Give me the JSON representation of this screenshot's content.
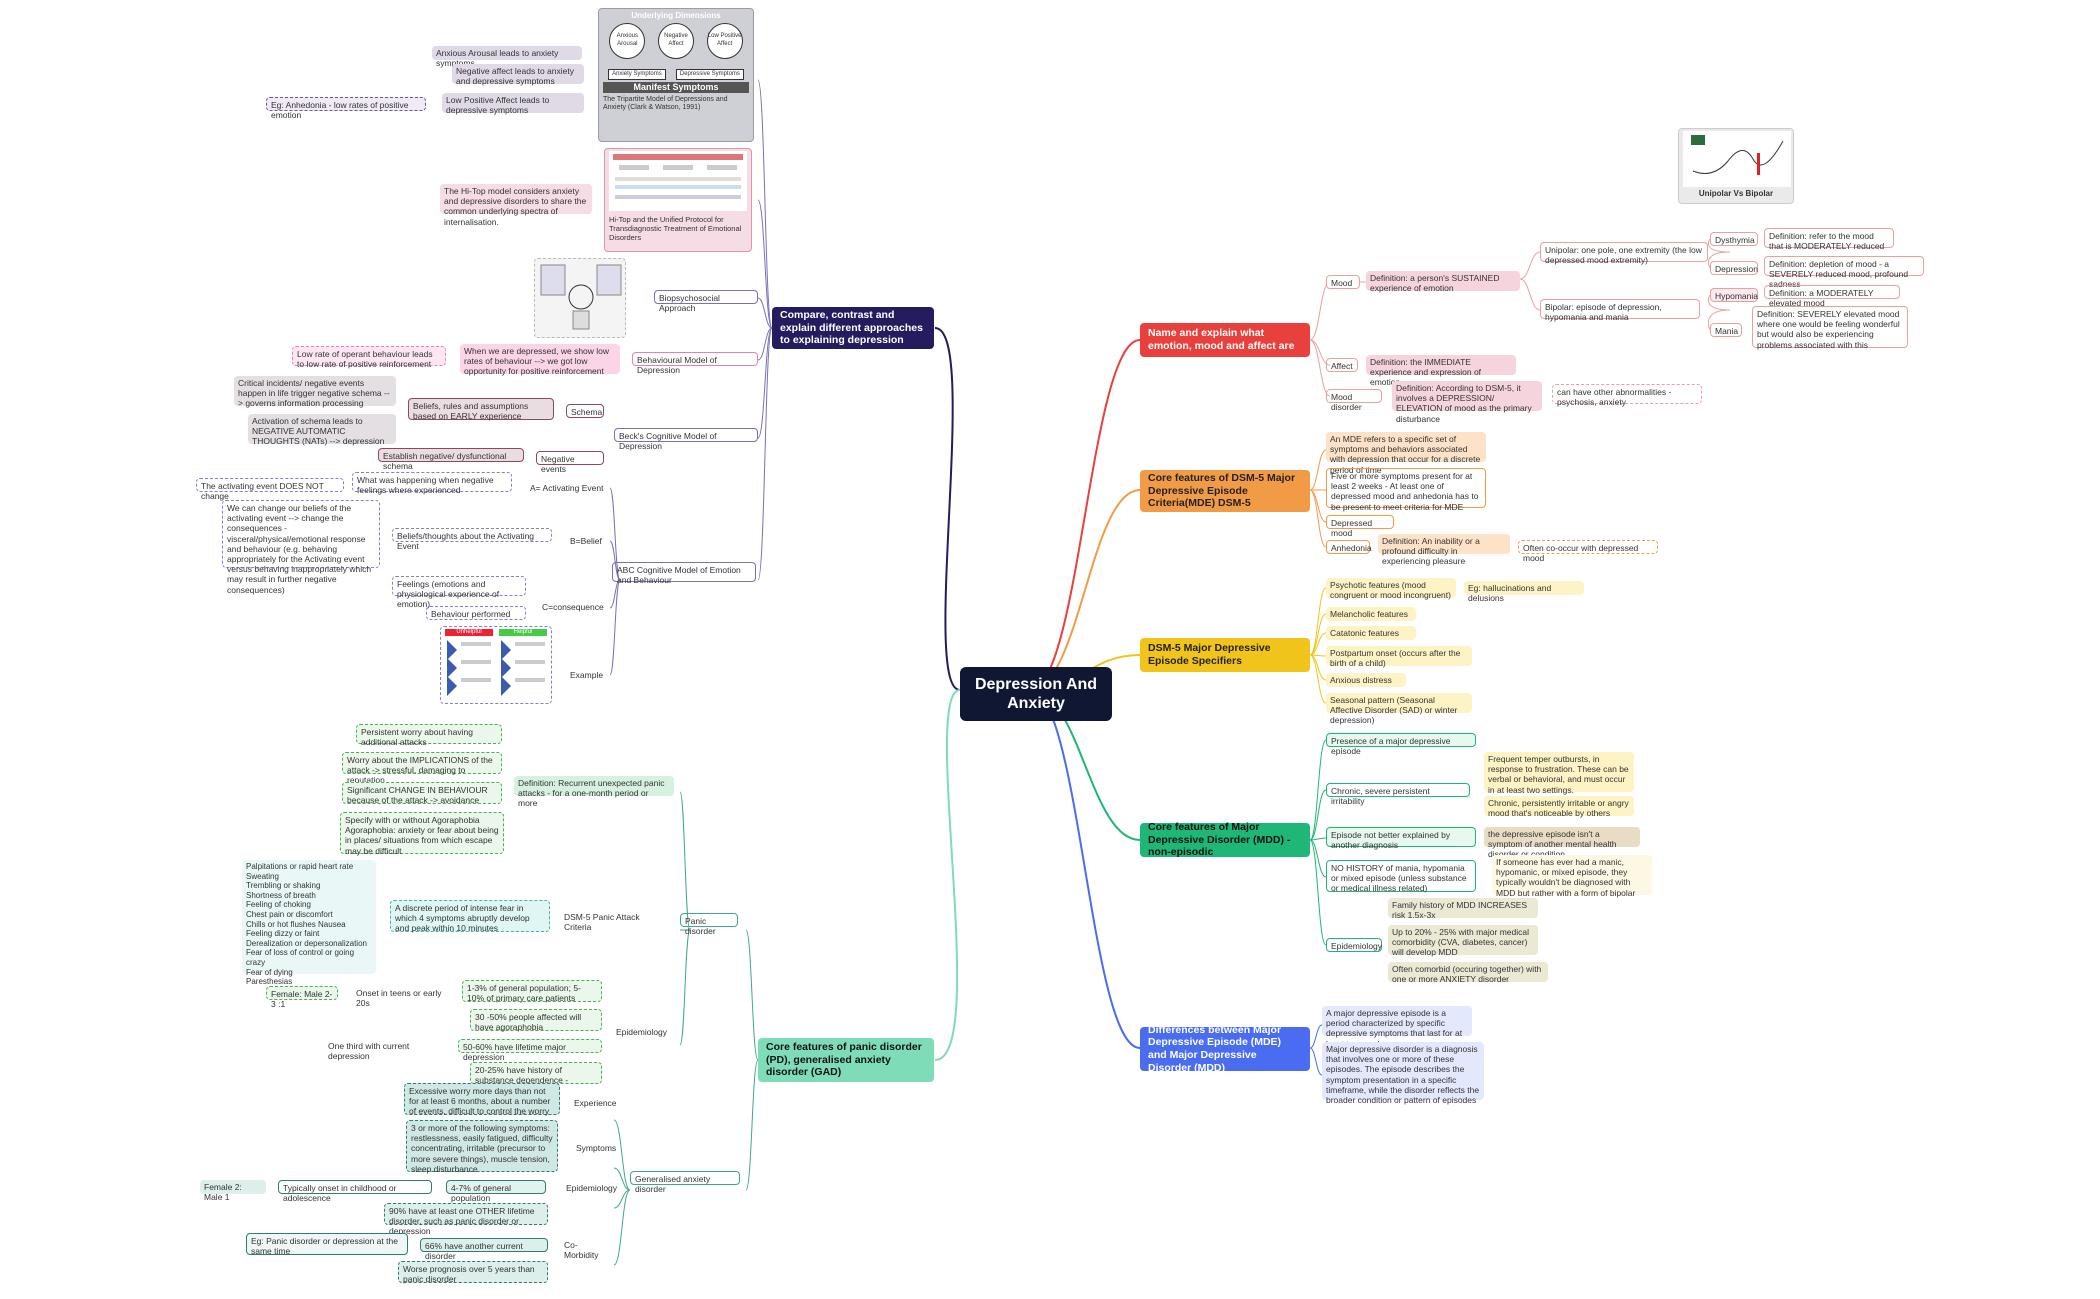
{
  "center": {
    "text": "Depression And Anxiety"
  },
  "colors": {
    "red": "#e8403c",
    "orange": "#f29b46",
    "yellow": "#f1c41b",
    "green": "#1eb777",
    "blue": "#4a6cf0",
    "navy": "#241c5e",
    "teal": "#7fdcb9",
    "pink": "#f5d4dd",
    "peach": "#fde2c8",
    "cream": "#fdf3c4",
    "mint": "#cdf0e0",
    "lav": "#e4e8fd",
    "lilac": "#e9e2f3",
    "slate": "#dcefeb"
  },
  "topics": {
    "emotion": {
      "title": "Name and explain what emotion, mood and affect are",
      "mood": "Mood",
      "mood_def": "Definition: a person's SUSTAINED experience of emotion",
      "unipolar": "Unipolar: one pole, one extremity (the low depressed mood extremity)",
      "bipolar": "Bipolar: episode of depression, hypomania and mania",
      "dysthymia": "Dysthymia",
      "dysthymia_def": "Definition: refer to the mood that is MODERATELY reduced",
      "depression": "Depression",
      "depression_def": "Definition: depletion of mood - a SEVERELY reduced mood, profound sadness",
      "hypomania": "Hypomania",
      "hypomania_def": "Definition: a MODERATELY elevated mood",
      "mania": "Mania",
      "mania_def": "Definition: SEVERELY elevated mood where one would be feeling wonderful but would also be experiencing problems associated with this",
      "affect": "Affect",
      "affect_def": "Definition: the IMMEDIATE experience and expression of emotion",
      "mood_disorder": "Mood disorder",
      "mood_disorder_def": "Definition: According to DSM-5, it involves a DEPRESSION/ ELEVATION of mood as the primary disturbance",
      "abnormal": "can have other abnormalities - psychosis, anxiety",
      "image_caption": "Unipolar Vs Bipolar"
    },
    "mde": {
      "title": "Core features of DSM-5 Major Depressive Episode Criteria(MDE) DSM-5",
      "i1": "An MDE refers to a specific set of symptoms and behaviors associated with depression that occur for a discrete period of time",
      "i2": "Five or more symptoms present for at least 2 weeks - At least one of depressed mood and anhedonia has to be present to meet criteria for MDE",
      "i3": "Depressed mood",
      "i4": "Anhedonia",
      "i4_def": "Definition: An inability or a profound difficulty in experiencing pleasure",
      "i4_extra": "Often co-occur with depressed mood"
    },
    "specifiers": {
      "title": "DSM-5 Major Depressive Episode Specifiers",
      "s1": "Psychotic features (mood congruent or mood incongruent)",
      "s1_eg": "Eg: hallucinations and delusions",
      "s2": "Melancholic features",
      "s3": "Catatonic features",
      "s4": "Postpartum onset (occurs after the birth of a child)",
      "s5": "Anxious distress",
      "s6": "Seasonal pattern (Seasonal Affective Disorder (SAD) or winter depression)"
    },
    "mdd": {
      "title": "Core features of Major Depressive Disorder (MDD) - non-episodic",
      "m1": "Presence of a major depressive episode",
      "m2": "Chronic, severe persistent irritability",
      "m2a": "Frequent temper outbursts, in response to frustration. These can be verbal or behavioral, and must occur in at least two settings.",
      "m2b": "Chronic, persistently irritable or angry mood that's noticeable by others",
      "m3": "Episode not better explained by another diagnosis",
      "m3a": "the depressive episode isn't a symptom of another mental health disorder or condition",
      "m4": "NO HISTORY of mania, hypomania or mixed episode (unless substance or medical illness related)",
      "m4a": "If someone has ever had a manic, hypomanic, or mixed episode, they typically wouldn't be diagnosed with MDD but rather with a form of bipolar disorder.",
      "m5": "Epidemiology",
      "m5a": "Family history of MDD INCREASES risk 1.5x-3x",
      "m5b": "Up to 20% - 25% with major medical comorbidity (CVA, diabetes, cancer) will develop MDD",
      "m5c": "Often comorbid (occuring together) with one or more ANXIETY disorder"
    },
    "diff": {
      "title": "Differences between Major Depressive Episode (MDE) and Major Depressive Disorder (MDD)",
      "d1": "A major depressive episode is a period characterized by specific depressive symptoms that last for at least two weeks.",
      "d2": "Major depressive disorder is a diagnosis that involves one or more of these episodes. The episode describes the symptom presentation in a specific timeframe, while the disorder reflects the broader condition or pattern of episodes"
    },
    "approaches": {
      "title": "Compare, contrast and explain different approaches to explaining depression",
      "tri_title": "Underlying Dimensions",
      "tri_c1": "Anxious Arousal",
      "tri_c2": "Negative Affect",
      "tri_c3": "Low Positive Affect",
      "tri_b1": "Anxiety Symptoms",
      "tri_b2": "Depressive Symptoms",
      "tri_foot": "Manifest Symptoms",
      "tri_caption": "The Tripartite Model of Depressions and Anxiety (Clark & Watson, 1991)",
      "tri_l1": "Anxious Arousal leads to anxiety symptoms",
      "tri_l2": "Negative affect leads to anxiety and depressive symptoms",
      "tri_l3": "Low Positive Affect leads to depressive symptoms",
      "tri_l3_eg": "Eg: Anhedonia - low rates of positive emotion",
      "hitop_caption": "Hi-Top and the Unified Protocol for Transdiagnostic Treatment of Emotional Disorders",
      "hitop_l": "The Hi-Top model considers anxiety and depressive disorders to share the common underlying spectra of internalisation.",
      "bio": "Biopsychosocial Approach",
      "beh": "Behavioural Model of Depression",
      "beh_a": "When we are depressed, we show low rates of behaviour --> we got low opportunity for positive reinforcement",
      "beh_b": "Low rate of operant behaviour leads to low rate of positive reinforcement",
      "beck": "Beck's Cognitive Model of Depression",
      "schema": "Schema",
      "schema_def": "Beliefs, rules and assumptions based on EARLY experience",
      "schema_a": "Critical incidents/ negative events happen in life trigger negative schema --> governs information processing",
      "schema_b": "Activation of schema leads to NEGATIVE AUTOMATIC THOUGHTS (NATs) --> depression",
      "neg": "Negative events",
      "neg_a": "Establish negative/ dysfunctional schema",
      "abc": "ABC Cognitive Model of Emotion and Behaviour",
      "a": "A= Activating Event",
      "a_def": "What was happening when negative feelings where experienced",
      "a_extra": "The activating event DOES NOT change",
      "b": "B=Belief",
      "b_def": "Beliefs/thoughts about the Activating Event",
      "b_extra": "We can change our beliefs of the activating event --> change the consequences - visceral/physical/emotional response and behaviour (e.g. behaving appropriately for the Activating event versus behaving inappropriately which may result in further negative consequences)",
      "c": "C=consequence",
      "c1": "Feelings (emotions and physiological experience of emotion)",
      "c2": "Behaviour performed",
      "example": "Example",
      "ex_left": "Unhelpful",
      "ex_right": "Helpful"
    },
    "panic": {
      "title": "Core features of panic disorder (PD), generalised anxiety disorder (GAD)",
      "pd": "Panic disorder",
      "def": "Definition: Recurrent unexpected panic attacks - for a one-month period or more",
      "def1": "Persistent worry about having additional attacks",
      "def2": "Worry about the IMPLICATIONS of the attack -> stressful, damaging to reputation",
      "def3": "Significant CHANGE IN BEHAVIOUR because of the attack -> avoidance",
      "def4": "Specify with or without Agoraphobia Agoraphobia: anxiety or fear about being in places/ situations from which escape may be difficult",
      "criteria": "DSM-5 Panic Attack Criteria",
      "crit_def": "A discrete period of intense fear in which 4 symptoms abruptly develop and peak within 10 minutes",
      "symptoms": [
        "Palpitations or rapid heart rate",
        "Sweating",
        "Trembling or shaking",
        "Shortness of breath",
        "Feeling of choking",
        "Chest pain or discomfort",
        "Chills or hot flushes Nausea",
        "Feeling dizzy or faint",
        "Derealization or depersonalization",
        "Fear of loss of control or going crazy",
        "Fear of dying",
        "Paresthesias"
      ],
      "epi": "Epidemiology",
      "epi1": "1-3% of general population; 5-10% of primary care patients",
      "epi1a": "Onset in teens or early 20s",
      "epi1b": "Female: Male 2-3 :1",
      "epi2": "30 -50% people affected will have agoraphobia",
      "epi3": "50-60% have lifetime major depression",
      "epi3a": "One third with current depression",
      "epi4": "20-25% have history of substance dependence - alcohol etc",
      "gad": "Generalised anxiety disorder",
      "exp": "Experience",
      "exp_a": "Excessive worry more days than not for at least 6 months, about a number of events, difficult to control the worry",
      "sym": "Symptoms",
      "sym_a": "3 or more of the following symptoms: restlessness, easily fatigued, difficulty concentrating, irritable (precursor to more severe things), muscle tension, sleep disturbance",
      "gepi": "Epidemiology",
      "gepi_a": "4-7% of general population",
      "gepi_b": "Typically onset in childhood or adolescence",
      "gepi_c": "Female 2: Male 1",
      "com": "Co-Morbidity",
      "com_a": "90% have at least one OTHER lifetime disorder, such as panic disorder or depression",
      "com_b": "66% have another current disorder",
      "com_b_eg": "Eg: Panic disorder or depression at the same time",
      "com_c": "Worse prognosis over 5 years than panic disorder"
    }
  }
}
